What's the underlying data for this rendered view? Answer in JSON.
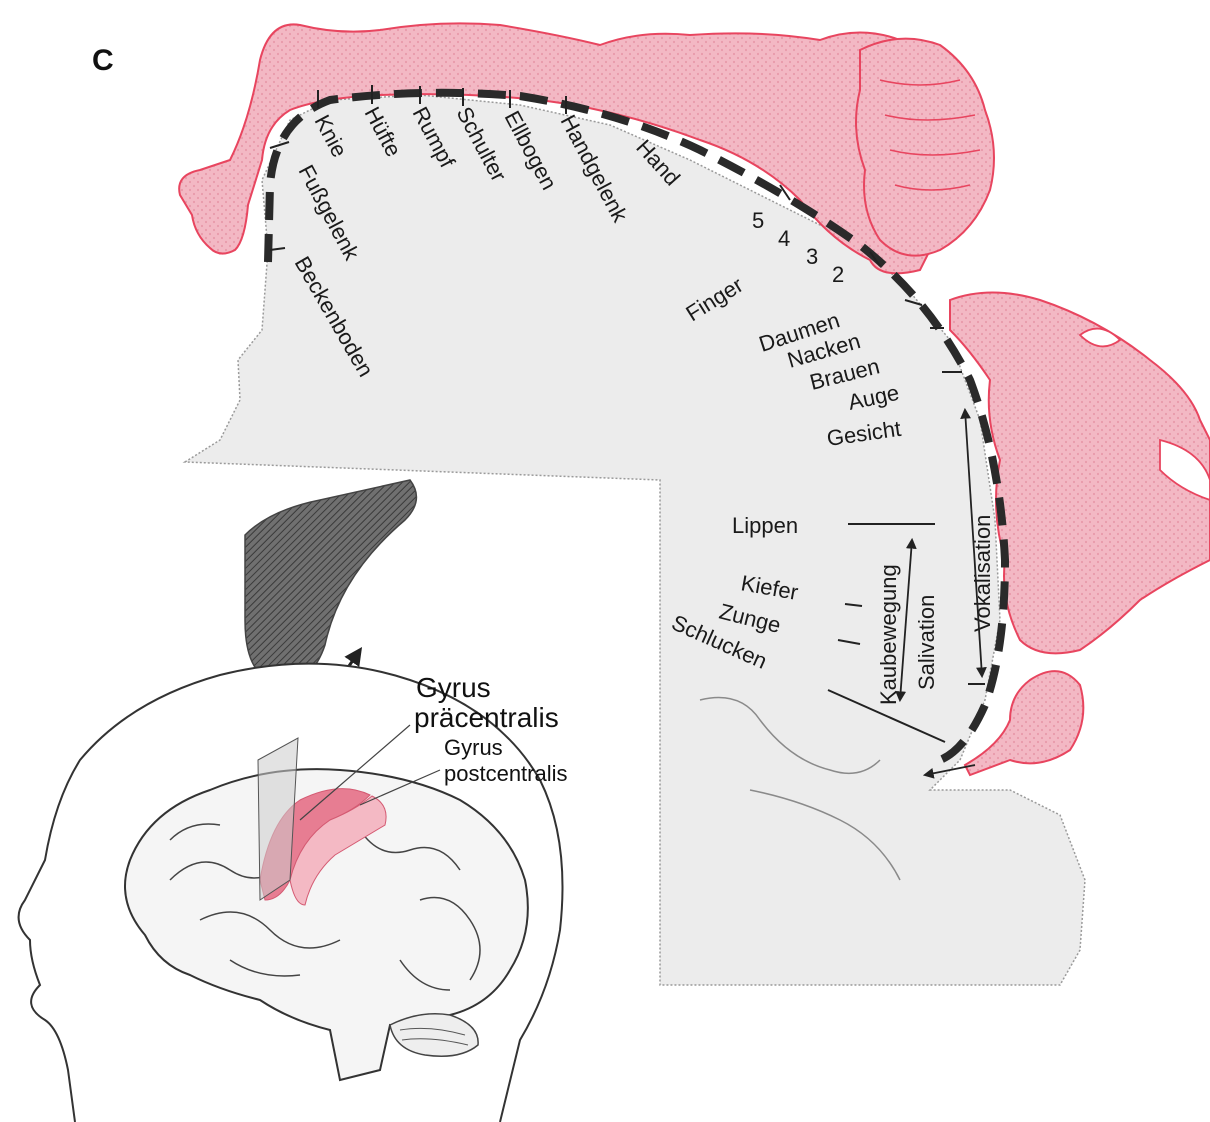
{
  "panel_letter": "C",
  "body_parts": {
    "knie": "Knie",
    "huefte": "Hüfte",
    "rumpf": "Rumpf",
    "schulter": "Schulter",
    "ellbogen": "Ellbogen",
    "handgelenk": "Handgelenk",
    "hand": "Hand",
    "fussgelenk": "Fußgelenk",
    "beckenboden": "Beckenboden",
    "finger": "Finger",
    "finger_5": "5",
    "finger_4": "4",
    "finger_3": "3",
    "finger_2": "2",
    "daumen": "Daumen",
    "nacken": "Nacken",
    "brauen": "Brauen",
    "auge": "Auge",
    "gesicht": "Gesicht",
    "lippen": "Lippen",
    "kiefer": "Kiefer",
    "zunge": "Zunge",
    "schlucken": "Schlucken",
    "kaubewegung": "Kaubewegung",
    "salivation": "Salivation",
    "vokalisation": "Vokalisation"
  },
  "brain_labels": {
    "gyrus_prae_line1": "Gyrus",
    "gyrus_prae_line2": "präcentralis",
    "gyrus_post_line1": "Gyrus",
    "gyrus_post_line2": "postcentralis"
  },
  "colors": {
    "homunculus_fill": "#f3b8c4",
    "homunculus_stroke": "#e8455f",
    "cortex_fill": "#ececec",
    "dash": "#2a2a2a",
    "gyrus_highlight": "#e77d92"
  }
}
